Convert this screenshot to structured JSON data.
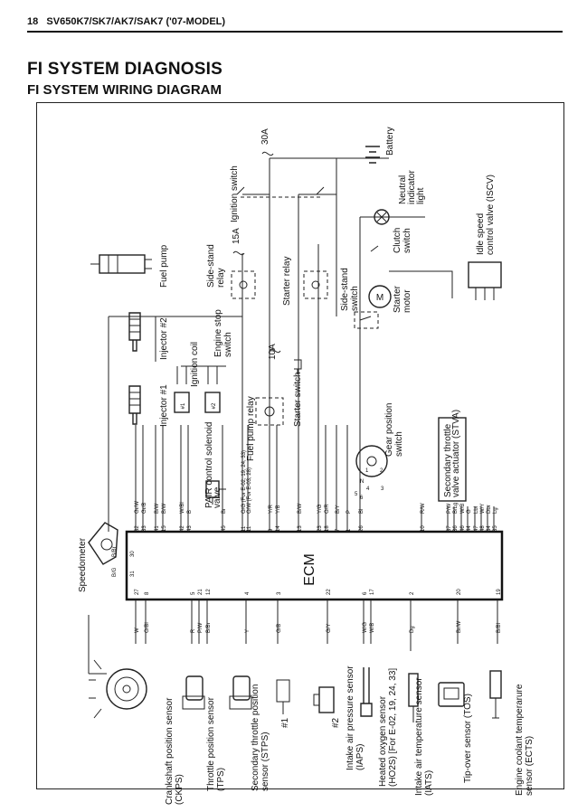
{
  "page": {
    "number": "18",
    "model": "SV650K7/SK7/AK7/SAK7 ('07-MODEL)",
    "title": "FI SYSTEM DIAGNOSIS",
    "subtitle": "FI SYSTEM WIRING DIAGRAM"
  },
  "diagram": {
    "ecm": "ECM",
    "components": {
      "speedometer": "Speedometer",
      "ckps": [
        "Crankshaft position sensor",
        "(CKPS)"
      ],
      "tps": [
        "Throttle position sensor",
        "(TPS)"
      ],
      "stps": [
        "Secondary throttle position",
        "sensor (STPS)"
      ],
      "stps_n1": "#1",
      "stps_n2": "#2",
      "iaps": [
        "Intake air pressure sensor",
        "(IAPS)"
      ],
      "ho2s": [
        "Heated oxygen sensor",
        "(HO2S) [For E-02, 19, 24, 33]"
      ],
      "iats": [
        "Intake air temperature sensor",
        "(IATS)"
      ],
      "tos": "Tip-over sensor (TOS)",
      "ects": [
        "Engine coolant temperarure",
        "sensor (ECTS)"
      ],
      "injector1": "Injector #1",
      "injector2": "Injector #2",
      "ign_coil": "Ignition coil",
      "coil1": "#1",
      "coil2": "#2",
      "fuel_pump": "Fuel pump",
      "fuel_pump_relay": "Fuel pump relay",
      "engine_stop": [
        "Engine stop",
        "switch"
      ],
      "side_stand_relay": [
        "Side-stand",
        "relay"
      ],
      "ignition_switch": "Ignition switch",
      "starter_relay": "Starter relay",
      "starter_switch": "Starter switch",
      "side_stand_switch": [
        "Side-stand",
        "switch"
      ],
      "starter_motor": [
        "Starter",
        "motor"
      ],
      "clutch_switch": [
        "Clutch",
        "switch"
      ],
      "neutral_light": [
        "Neutral",
        "indicator",
        "light"
      ],
      "battery": "Battery",
      "gear_position": [
        "Gear position",
        "switch"
      ],
      "stva": [
        "Secondary throttle",
        "valve actuator (STVA)"
      ],
      "iscv": [
        "Idle speed",
        "control valve (ISCV)"
      ],
      "pair": [
        "PAIR control solenoid",
        "valve"
      ],
      "fuse_15a": "15A",
      "fuse_10a": "10A",
      "fuse_30a": "30A",
      "gear_marks": [
        "N",
        "1",
        "2",
        "3",
        "4",
        "5",
        "6"
      ]
    },
    "left_pins": [
      {
        "pin": "27",
        "wire": "W"
      },
      {
        "pin": "8",
        "wire": "O/Bl"
      },
      {
        "pin": "5",
        "wire": "R"
      },
      {
        "pin": "21",
        "wire": "P/W"
      },
      {
        "pin": "12",
        "wire": "B/Br"
      },
      {
        "pin": "4",
        "wire": "Y"
      },
      {
        "pin": "3",
        "wire": "G/B"
      },
      {
        "pin": "22",
        "wire": "G/Y"
      },
      {
        "pin": "6",
        "wire": "W/G"
      },
      {
        "pin": "17",
        "wire": "W/B"
      },
      {
        "pin": "2",
        "wire": "Dg"
      },
      {
        "pin": "20",
        "wire": "Br/W"
      },
      {
        "pin": "19",
        "wire": "B/Bl"
      }
    ],
    "top_pins": [
      {
        "pin": "31",
        "wire": "B/G"
      },
      {
        "pin": "30",
        "wire": "B/Br"
      }
    ],
    "right_pins": [
      {
        "pin": "32",
        "wire": "Gr/W"
      },
      {
        "pin": "33",
        "wire": "Gr/B"
      },
      {
        "pin": "41",
        "wire": "B/W"
      },
      {
        "pin": "15",
        "wire": "B/W"
      },
      {
        "pin": "42",
        "wire": "W/Bl"
      },
      {
        "pin": "43",
        "wire": "B"
      },
      {
        "pin": "45",
        "wire": "Br"
      },
      {
        "pin": "11",
        "wire": "O/G (For E-02, 19, 24, 33)"
      },
      {
        "pin": "11",
        "wire": "O/W (For E-03, 28)"
      },
      {
        "pin": "9",
        "wire": "Y/R"
      },
      {
        "pin": "14",
        "wire": "Y/B"
      },
      {
        "pin": "13",
        "wire": "B/W"
      },
      {
        "pin": "23",
        "wire": "Y/G"
      },
      {
        "pin": "18",
        "wire": "O/R"
      },
      {
        "pin": "7",
        "wire": "B/Y"
      },
      {
        "pin": "1",
        "wire": "P"
      },
      {
        "pin": "26",
        "wire": "Bl"
      },
      {
        "pin": "10",
        "wire": "R/W"
      },
      {
        "pin": "37",
        "wire": "P/W"
      },
      {
        "pin": "36",
        "wire": "B/Lg"
      },
      {
        "pin": "46",
        "wire": "W/B"
      },
      {
        "pin": "44",
        "wire": "G"
      },
      {
        "pin": "47",
        "wire": "Lbl"
      },
      {
        "pin": "48",
        "wire": "W/Y"
      },
      {
        "pin": "34",
        "wire": "Dbr"
      },
      {
        "pin": "35",
        "wire": "Lg"
      }
    ]
  }
}
